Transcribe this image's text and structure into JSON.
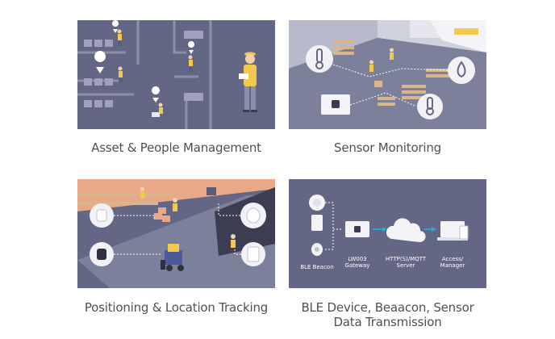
{
  "cards": [
    {
      "id": "asset",
      "caption": "Asset & People Management"
    },
    {
      "id": "sensor",
      "caption": "Sensor Monitoring"
    },
    {
      "id": "positioning",
      "caption": "Positioning & Location Tracking"
    },
    {
      "id": "ble",
      "caption_line1": "BLE Device, Beaacon, Sensor",
      "caption_line2": "Data Transmission"
    }
  ],
  "diagram": {
    "ble_beacon": "BLE Beacon",
    "gateway_line1": "LW003",
    "gateway_line2": "Gateway",
    "server_line1": "HTTP(S)/MQTT",
    "server_line2": "Server",
    "access_line1": "Access/",
    "access_line2": "Manager"
  },
  "colors": {
    "panel": "#636684",
    "accent_cyan": "#29a9e0",
    "worker_yellow": "#f2c94c"
  },
  "icons": [
    "location-pin-icon",
    "thermometer-icon",
    "water-drop-icon",
    "smart-plug-icon",
    "cloud-icon",
    "laptop-icon",
    "forklift-icon",
    "smartwatch-icon"
  ]
}
